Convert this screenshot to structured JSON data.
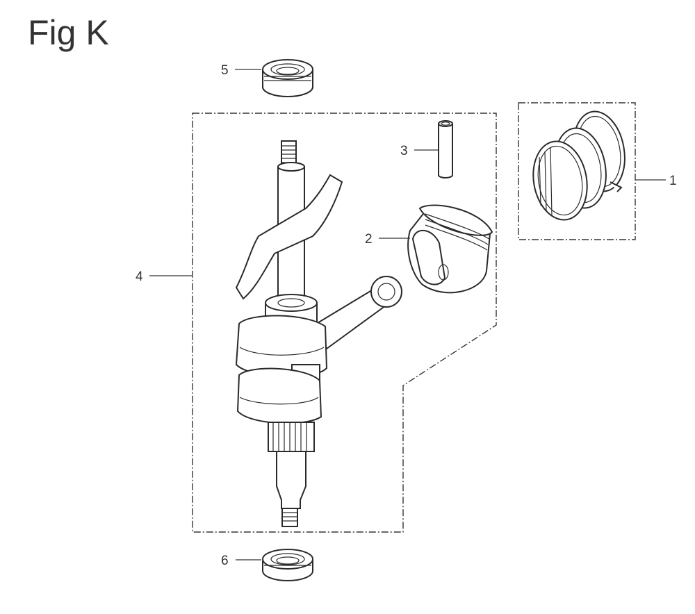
{
  "figure": {
    "title": "Fig K"
  },
  "callouts": [
    {
      "id": "1",
      "label": "1"
    },
    {
      "id": "2",
      "label": "2"
    },
    {
      "id": "3",
      "label": "3"
    },
    {
      "id": "4",
      "label": "4"
    },
    {
      "id": "5",
      "label": "5"
    },
    {
      "id": "6",
      "label": "6"
    }
  ],
  "parts": [
    {
      "callout": "1",
      "icon": "piston-ring-set-icon"
    },
    {
      "callout": "2",
      "icon": "piston-icon"
    },
    {
      "callout": "3",
      "icon": "piston-pin-icon"
    },
    {
      "callout": "4",
      "icon": "crankshaft-assembly-icon"
    },
    {
      "callout": "5",
      "icon": "oil-seal-icon"
    },
    {
      "callout": "6",
      "icon": "oil-seal-icon"
    }
  ],
  "colors": {
    "line": "#2a2a2a",
    "background": "#ffffff"
  }
}
